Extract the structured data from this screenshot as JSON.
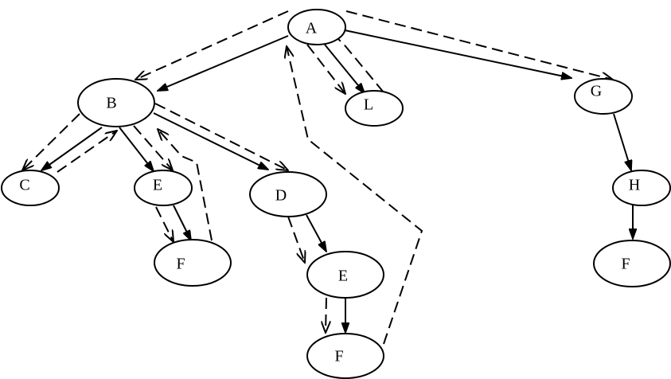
{
  "nodes": [
    {
      "id": "A",
      "label": "A"
    },
    {
      "id": "B",
      "label": "B"
    },
    {
      "id": "L",
      "label": "L"
    },
    {
      "id": "G",
      "label": "G"
    },
    {
      "id": "C",
      "label": "C"
    },
    {
      "id": "E1",
      "label": "E"
    },
    {
      "id": "D",
      "label": "D"
    },
    {
      "id": "H",
      "label": "H"
    },
    {
      "id": "F1",
      "label": "F"
    },
    {
      "id": "E2",
      "label": "E"
    },
    {
      "id": "F3",
      "label": "F"
    },
    {
      "id": "F2",
      "label": "F"
    }
  ],
  "tree_edges": [
    {
      "from": "A",
      "to": "B"
    },
    {
      "from": "A",
      "to": "L"
    },
    {
      "from": "A",
      "to": "G"
    },
    {
      "from": "B",
      "to": "C"
    },
    {
      "from": "B",
      "to": "E1"
    },
    {
      "from": "B",
      "to": "D"
    },
    {
      "from": "E1",
      "to": "F1"
    },
    {
      "from": "D",
      "to": "E2"
    },
    {
      "from": "E2",
      "to": "F2"
    },
    {
      "from": "G",
      "to": "H"
    },
    {
      "from": "H",
      "to": "F3"
    }
  ],
  "traversal_edges": [
    {
      "from": "A",
      "to": "B"
    },
    {
      "from": "B",
      "to": "C"
    },
    {
      "from": "C",
      "to": "B"
    },
    {
      "from": "B",
      "to": "E1"
    },
    {
      "from": "E1",
      "to": "F1"
    },
    {
      "from": "F1",
      "to": "B"
    },
    {
      "from": "B",
      "to": "D"
    },
    {
      "from": "D",
      "to": "E2"
    },
    {
      "from": "E2",
      "to": "F2"
    },
    {
      "from": "F2",
      "to": "A"
    },
    {
      "from": "A",
      "to": "L"
    },
    {
      "from": "L",
      "to": "A"
    },
    {
      "from": "A",
      "to": "G"
    }
  ],
  "colors": {
    "stroke": "#000000",
    "background": "#ffffff"
  }
}
